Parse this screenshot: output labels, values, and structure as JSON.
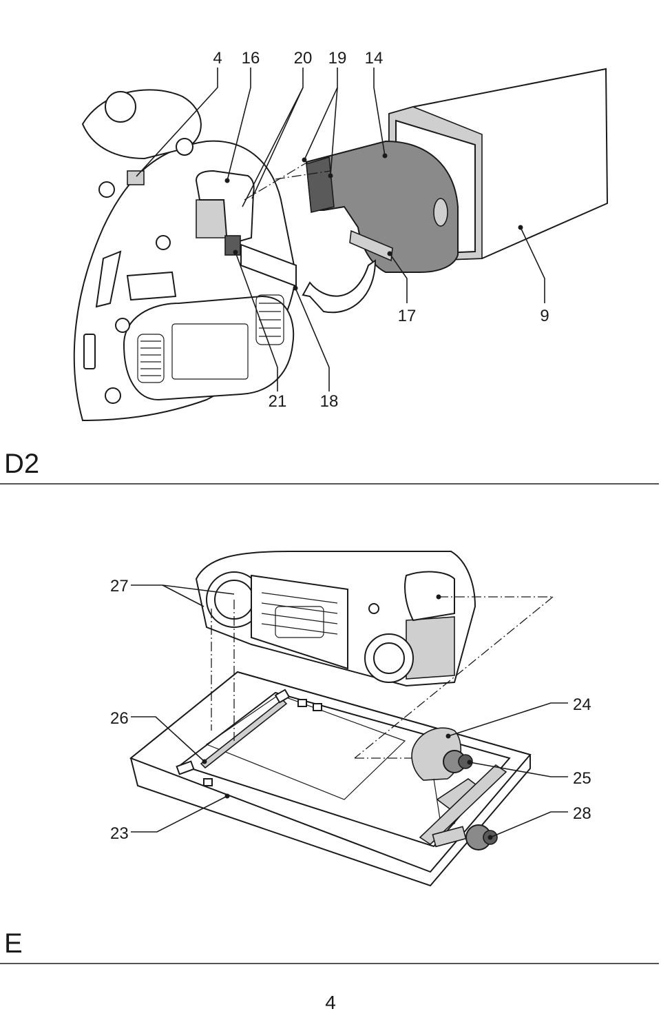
{
  "figure_d2": {
    "section_label": "D2",
    "callouts": [
      "4",
      "16",
      "20",
      "19",
      "14",
      "17",
      "9",
      "21",
      "18"
    ]
  },
  "figure_e": {
    "section_label": "E",
    "callouts": [
      "27",
      "26",
      "24",
      "25",
      "28",
      "23"
    ]
  },
  "page_number": "4"
}
